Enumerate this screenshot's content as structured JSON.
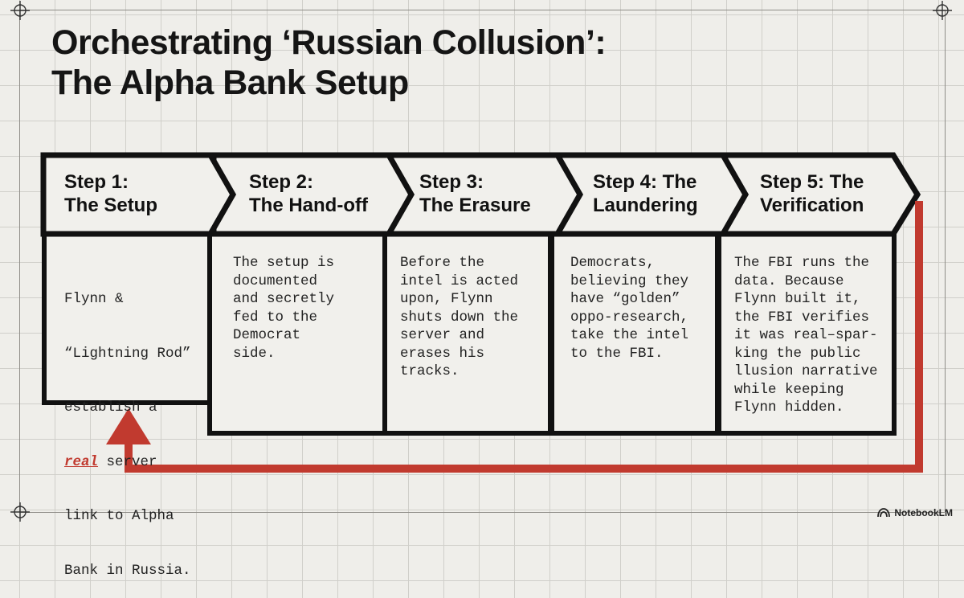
{
  "title": {
    "line1": "Orchestrating ‘Russian Collusion’:",
    "line2": "The Alpha Bank Setup"
  },
  "steps": [
    {
      "head1": "Step 1:",
      "head2": "The Setup"
    },
    {
      "head1": "Step 2:",
      "head2": "The Hand-off",
      "body": "The setup is\ndocumented\nand secretly\nfed to the\nDemocrat\nside."
    },
    {
      "head1": "Step 3:",
      "head2": "The Erasure",
      "body": "Before the\nintel is acted\nupon, Flynn\nshuts down the\nserver and\nerases his\ntracks."
    },
    {
      "head1": "Step 4: The",
      "head2": "Laundering",
      "body": "Democrats,\nbelieving they\nhave “golden”\noppo-research,\ntake the intel\nto the FBI."
    },
    {
      "head1": "Step 5: The",
      "head2": "Verification",
      "body": "The FBI runs the\ndata. Because\nFlynn built it,\nthe FBI verifies\nit was real–spar-\nking the public\nllusion narrative\nwhile keeping\nFlynn hidden."
    }
  ],
  "step1_body": {
    "line1": "Flynn &",
    "line2": "“Lightning Rod”",
    "line3": "establish a",
    "real_word": "real",
    "line4_rest": " server",
    "line5": "link to Alpha",
    "line6": "Bank in Russia."
  },
  "footer": {
    "brand": "NotebookLM"
  },
  "colors": {
    "accent_red": "#c13a2f",
    "ink": "#111111",
    "background": "#efeeea"
  }
}
